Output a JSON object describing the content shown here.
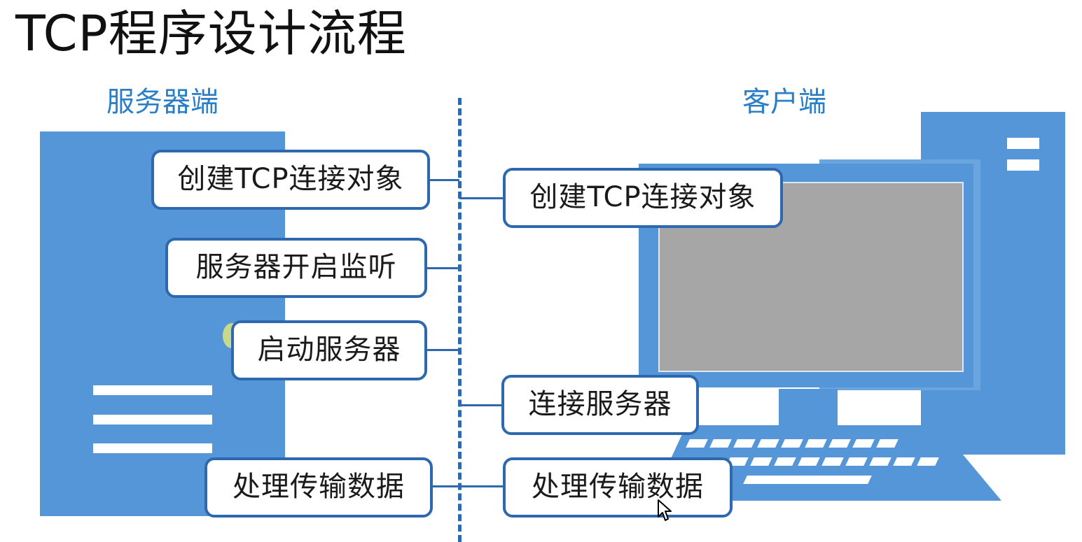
{
  "title": "TCP程序设计流程",
  "server": {
    "label": "服务器端",
    "steps": [
      "创建TCP连接对象",
      "服务器开启监听",
      "启动服务器",
      "处理传输数据"
    ]
  },
  "client": {
    "label": "客户端",
    "steps": [
      "创建TCP连接对象",
      "连接服务器",
      "处理传输数据"
    ]
  },
  "colors": {
    "accent_text": "#2a7fc6",
    "box_border": "#2e69b0",
    "device_fill": "#5496d7",
    "screen_fill": "#a6a6a6"
  }
}
